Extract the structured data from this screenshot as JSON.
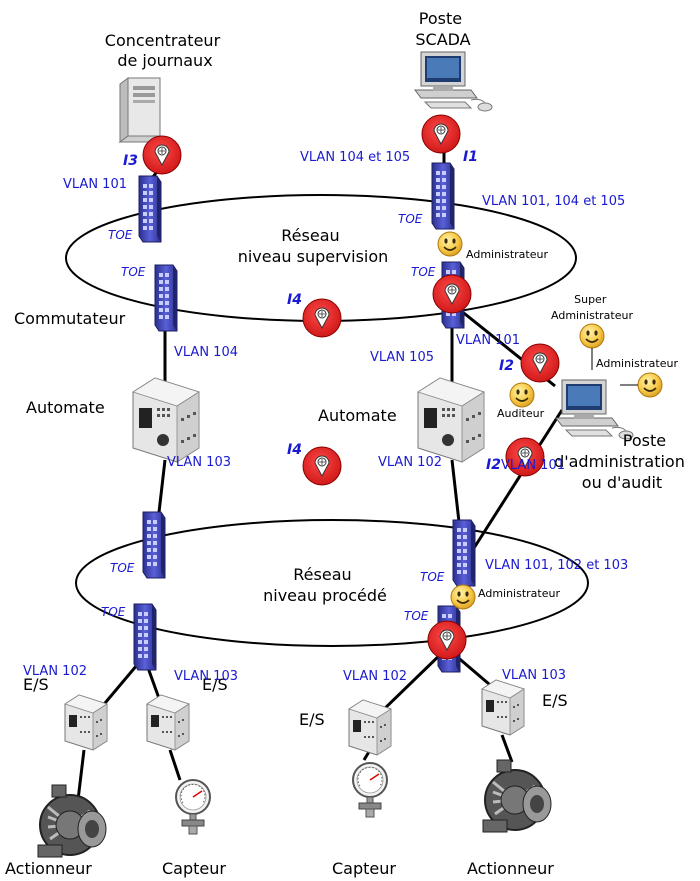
{
  "nodes": {
    "log_concentrator": [
      "Concentrateur",
      "de journaux"
    ],
    "scada": [
      "Poste",
      "SCADA"
    ],
    "net_supervision": [
      "Réseau",
      "niveau supervision"
    ],
    "net_process": [
      "Réseau",
      "niveau procédé"
    ],
    "switch": "Commutateur",
    "plc_left": "Automate",
    "plc_right": "Automate",
    "admin_station": [
      "Poste",
      "d'administration",
      "ou d'audit"
    ],
    "io_1": "E/S",
    "io_2": "E/S",
    "io_3": "E/S",
    "io_4": "E/S",
    "actuator_left": "Actionneur",
    "sensor_left": "Capteur",
    "sensor_right": "Capteur",
    "actuator_right": "Actionneur"
  },
  "roles": {
    "admin_sup": "Administrateur",
    "super_admin": [
      "Super",
      "Administrateur"
    ],
    "admin_station": "Administrateur",
    "auditor": "Auditeur",
    "admin_proc": "Administrateur"
  },
  "vlans": {
    "v_concentrator": "VLAN 101",
    "v_scada": "VLAN 104 et 105",
    "v_sup_switch": "VLAN 101, 104 et 105",
    "v_commutateur": "VLAN 104",
    "v_plc_right": "VLAN 105",
    "v_admin_up": "VLAN 101",
    "v_plc_left_down": "VLAN 103",
    "v_plc_right_down": "VLAN 102",
    "v_admin_down": "VLAN 101",
    "v_proc_switch": "VLAN 101, 102 et 103",
    "v_io1": "VLAN 102",
    "v_io2": "VLAN 103",
    "v_io3": "VLAN 102",
    "v_io4": "VLAN 103"
  },
  "interfaces": {
    "i1": "I1",
    "i2_top": "I2",
    "i2_bottom": "I2",
    "i3": "I3",
    "i4_top": "I4",
    "i4_bottom": "I4"
  },
  "toe": "TOE",
  "colors": {
    "vlan_text": "#1a1ad0",
    "switch_blue": "#4a4fbf",
    "probe_red": "#e41b1b",
    "smiley": "#f7c948"
  }
}
